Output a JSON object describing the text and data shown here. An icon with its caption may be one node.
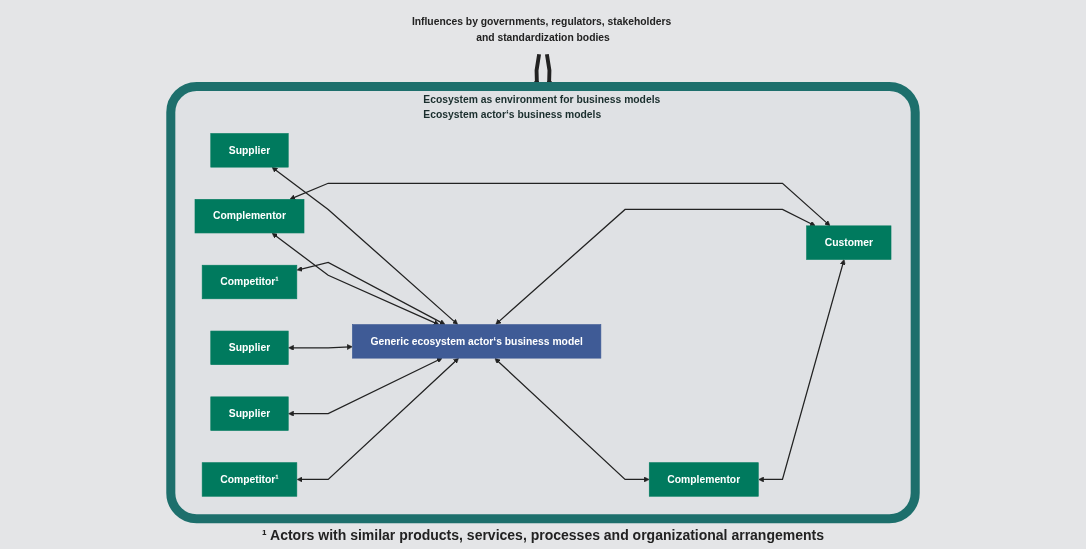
{
  "diagram": {
    "caption": "¹ Actors with similar products, services, processes and organizational arrangements",
    "nodes": [
      {
        "text": [
          "Influences by governments, regulators, stakeholders and standardization bodies"
        ]
      },
      {
        "text": [
          "Ecosystem as environment for business models",
          "Ecosystem actor‘s business models"
        ]
      },
      {
        "text": [
          "Supplier"
        ],
        "in": 1
      },
      {
        "text": [
          "Competitor¹"
        ],
        "in": 1
      },
      {
        "text": [
          "Complementor"
        ],
        "in": 1
      },
      {
        "text": [
          "Supplier"
        ],
        "in": 1
      },
      {
        "text": [
          "Generic ecosystem actor‘s business model"
        ],
        "in": 1
      },
      {
        "text": [
          "Customer"
        ],
        "in": 1
      },
      {
        "text": [
          "Supplier"
        ],
        "in": 1
      },
      {
        "text": [
          "Complementor"
        ],
        "in": 1
      },
      {
        "text": [
          "Competitor¹"
        ],
        "in": 1
      }
    ],
    "edges": [
      {
        "from": 0,
        "to": 1,
        "arrow": "to",
        "style": "thick"
      },
      {
        "from": 0,
        "to": 1,
        "arrow": "to",
        "style": "thick"
      },
      {
        "from": 2,
        "to": 6,
        "arrow": "both"
      },
      {
        "from": 3,
        "to": 6,
        "arrow": "both"
      },
      {
        "from": 4,
        "to": 6,
        "arrow": "both"
      },
      {
        "from": 4,
        "to": 7,
        "arrow": "both"
      },
      {
        "from": 5,
        "to": 6,
        "arrow": "both"
      },
      {
        "from": 6,
        "to": 7,
        "arrow": "both"
      },
      {
        "from": 6,
        "to": 9,
        "arrow": "both"
      },
      {
        "from": 9,
        "to": 7,
        "arrow": "both"
      },
      {
        "from": 8,
        "to": 6,
        "arrow": "both"
      },
      {
        "from": 10,
        "to": 6,
        "arrow": "both"
      }
    ]
  }
}
